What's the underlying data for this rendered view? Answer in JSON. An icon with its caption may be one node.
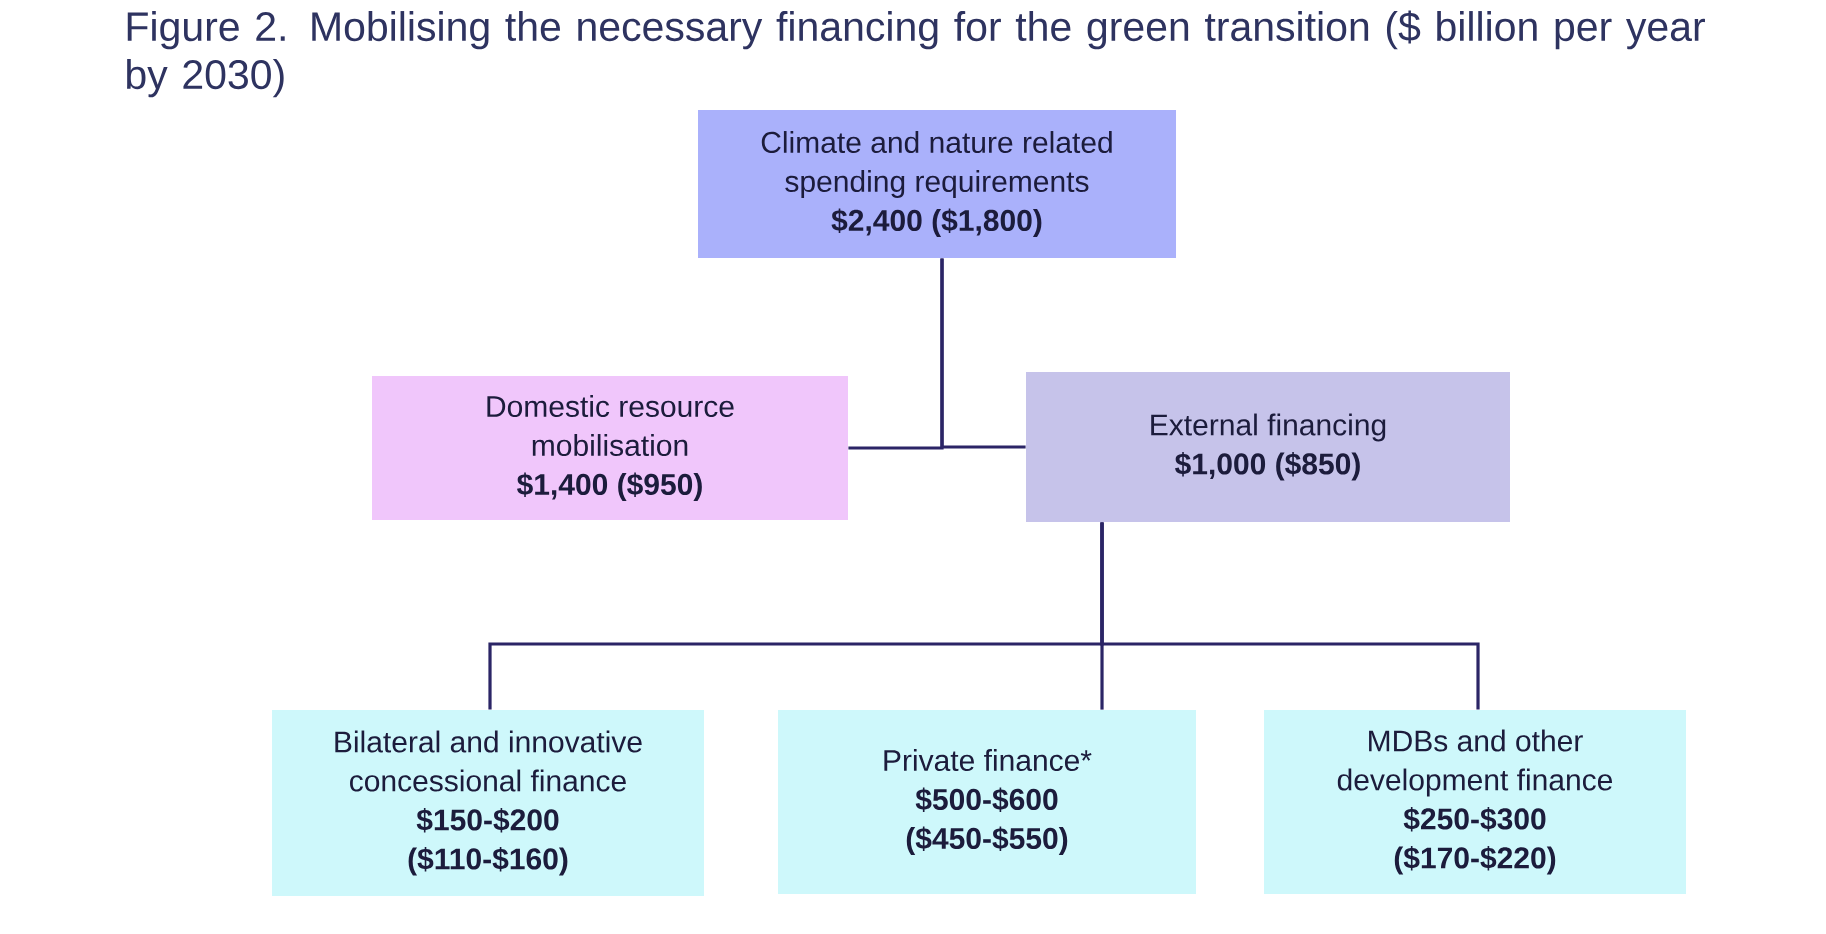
{
  "diagram": {
    "title": "Figure 2. Mobilising the necessary financing for the green transition ($ billion per year by 2030)",
    "nodes": [
      {
        "text": [
          "Climate and nature related spending requirements",
          "$2,400 ($1,800)"
        ]
      },
      {
        "text": [
          "Domestic resource mobilisation",
          "$1,400 ($950)"
        ]
      },
      {
        "text": [
          "External financing",
          "$1,000 ($850)"
        ]
      },
      {
        "text": [
          "Bilateral and innovative concessional finance",
          "$150-$200 ($110-$160)"
        ]
      },
      {
        "text": [
          "Private finance*",
          "$500-$600 ($450-$550)"
        ]
      },
      {
        "text": [
          "MDBs and other development finance",
          "$250-$300 ($170-$220)"
        ]
      }
    ],
    "edges": [
      {
        "from": 0,
        "to": 1,
        "arrow": "none"
      },
      {
        "from": 0,
        "to": 2,
        "arrow": "none"
      },
      {
        "from": 2,
        "to": 3,
        "arrow": "none"
      },
      {
        "from": 2,
        "to": 4,
        "arrow": "none"
      },
      {
        "from": 2,
        "to": 5,
        "arrow": "none"
      }
    ]
  }
}
